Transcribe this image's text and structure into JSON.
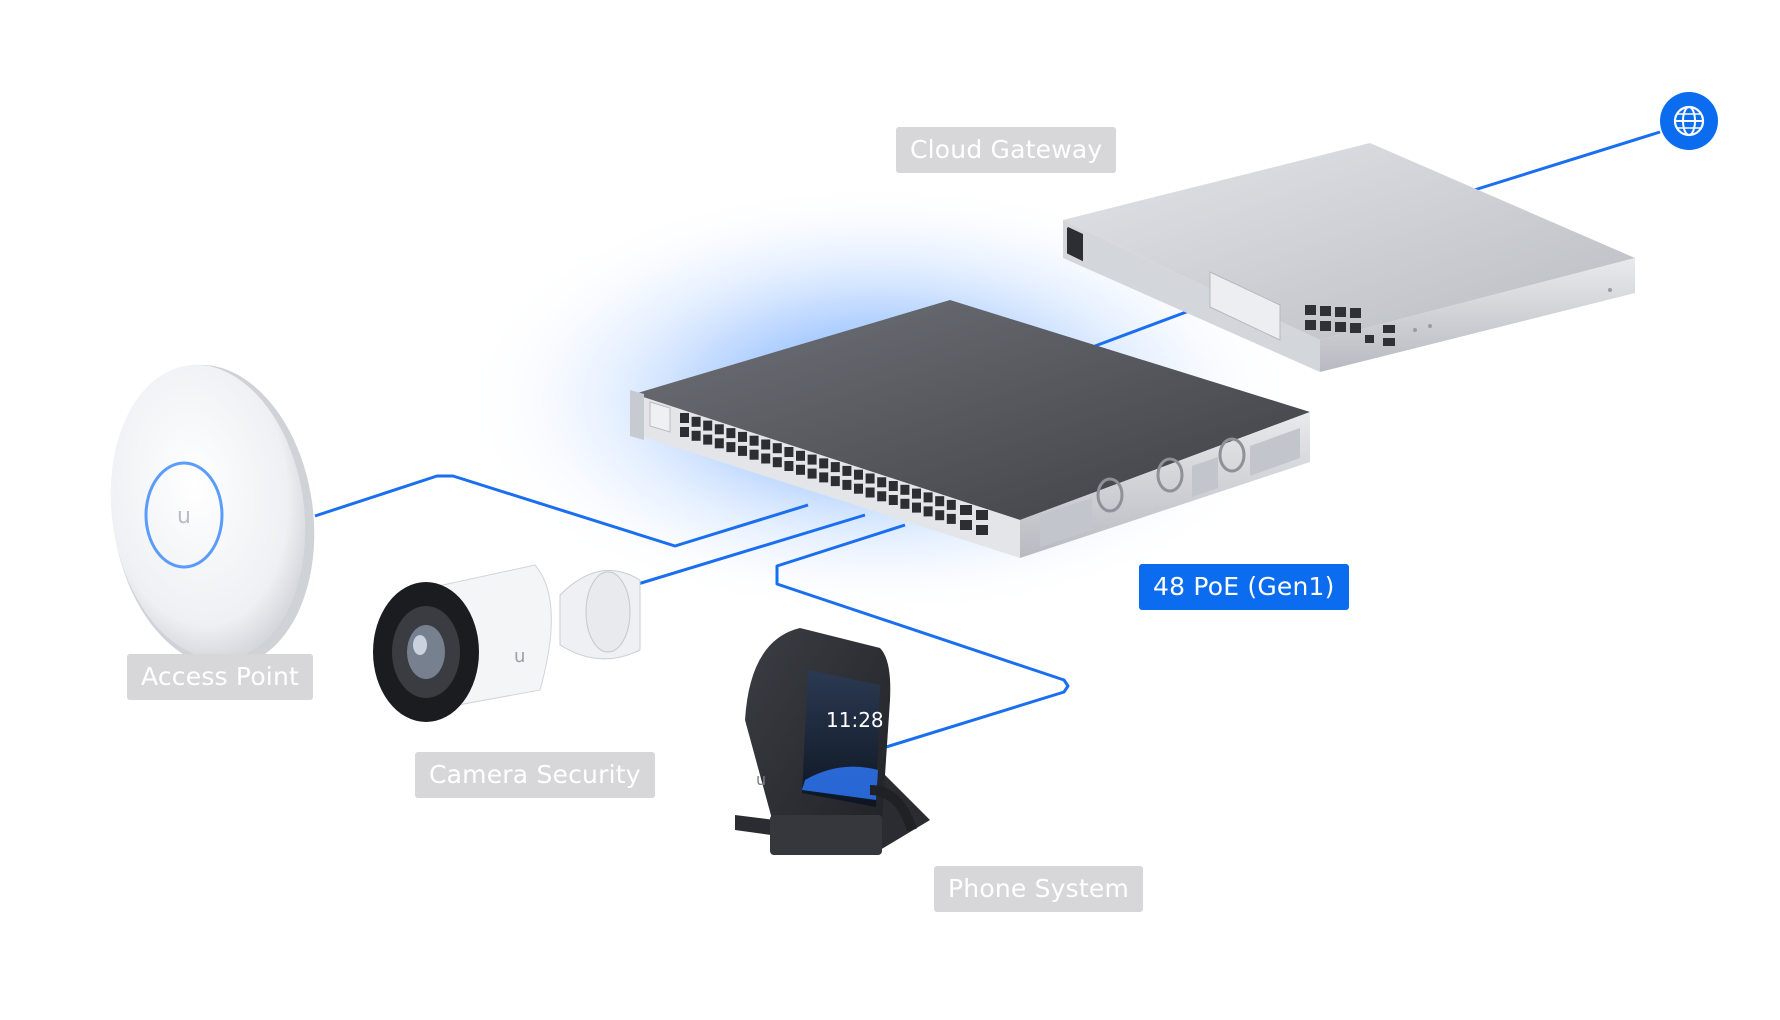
{
  "colors": {
    "accent": "#0b6cf0",
    "label_bg": "#d7d7d9",
    "label_text": "#ffffff",
    "link_line": "#1a6ef0"
  },
  "labels": {
    "cloud_gateway": "Cloud Gateway",
    "switch": "48 PoE (Gen1)",
    "access_point": "Access Point",
    "camera_security": "Camera Security",
    "phone_system": "Phone System"
  },
  "phone_screen": {
    "time": "11:28"
  },
  "icons": {
    "internet": "globe-icon",
    "brand": "ubiquiti-u-logo"
  }
}
